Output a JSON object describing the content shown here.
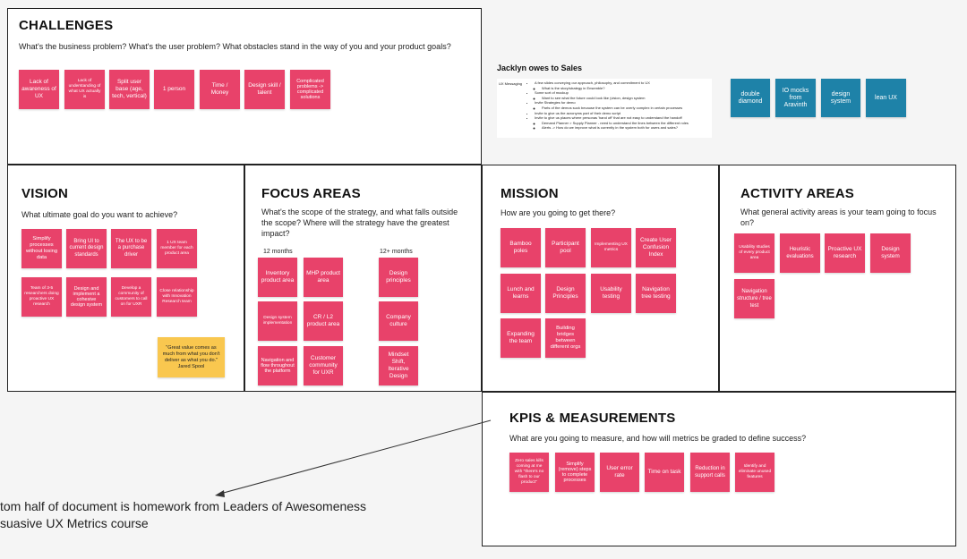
{
  "challenges": {
    "title": "CHALLENGES",
    "subtitle": "What's the business problem? What's the user problem? What obstacles stand in the way of you and your product goals?",
    "stickies": [
      "Lack of awareness of UX",
      "Lack of understanding of what UX actually is",
      "Split user base (age, tech, vertical)",
      "1 person",
      "Time / Money",
      "Design skill / talent",
      "Complicated problems -> complicated solutions"
    ]
  },
  "owes": {
    "title": "Jacklyn owes to Sales",
    "doc_label": "UX Messaging",
    "doc_lines": [
      "A few slides conveying our approach, philosophy, and commitment to UX",
      "What is the story/strategy in Ensemble?",
      "Some sort of mockup",
      "Want to see what the future could look like (vision, design system",
      "Invite Strategies for demo",
      "Parts of the demos suck because the system can be overly complex in certain processes",
      "Invite to give us the acronyms part of their demo script",
      "Invite to give us places where personas 'hand off' that are not easy to understand the handoff",
      "Demand Planner > Supply Planner - need to understand the lines between the different roles",
      "Alerts -> How do we improve what is currently in the system both for users and sales?"
    ],
    "stickies": [
      "double diamond",
      "IO mocks from Aravinth",
      "design system",
      "lean UX"
    ]
  },
  "vision": {
    "title": "VISION",
    "subtitle": "What ultimate goal do you want to achieve?",
    "stickies": [
      "Simplify processes without losing data",
      "Bring UI to current design standards",
      "The UX to be a purchase driver",
      "1 UX team member for each product area",
      "Team of 3-5 researchers doing proactive UX research",
      "Design and implement a cohesive design system",
      "Develop a community of customers to call on for UXR",
      "Close relationship with Innovation Research team"
    ],
    "quote": "\"Great value comes as much from what you don't deliver as what you do.\" Jared Spool"
  },
  "focus": {
    "title": "FOCUS AREAS",
    "subtitle": "What's the scope of the strategy, and what falls outside the scope? Where will the strategy have the greatest impact?",
    "col1_label": "12 months",
    "col2_label": "12+ months",
    "stickies_12": [
      "Inventory product area",
      "MHP product area",
      "Design system implementation",
      "CR / L2 product area",
      "Navigation and flow throughout the platform",
      "Customer community for UXR"
    ],
    "stickies_12plus": [
      "Design principles",
      "Company culture",
      "Mindset Shift, Iterative Design"
    ]
  },
  "mission": {
    "title": "MISSION",
    "subtitle": "How are you going to get there?",
    "stickies": [
      "Bamboo poles",
      "Participant pool",
      "Implementing UX metrics",
      "Create User Confusion Index",
      "Lunch and learns",
      "Design Principles",
      "Usability testing",
      "Navigation tree testing",
      "Expanding the team",
      "Building bridges between different orgs"
    ]
  },
  "activity": {
    "title": "ACTIVITY AREAS",
    "subtitle": "What general activity areas is your team going to focus on?",
    "stickies": [
      "Usability studies of every product area",
      "Heuristic evaluations",
      "Proactive UX research",
      "Design system",
      "Navigation structure / tree test"
    ]
  },
  "kpis": {
    "title": "KPIS & MEASUREMENTS",
    "subtitle": "What are you going to measure, and how will metrics be graded to define success?",
    "stickies": [
      "Zero sales kills coming at me with \"there's no flash to our product\"",
      "Simplify (remove) steps to complete processes",
      "User error rate",
      "Time on task",
      "Reduction in support calls",
      "Identify and eliminate unused features"
    ]
  },
  "note": {
    "line1": "tom half of document is homework from Leaders of Awesomeness",
    "line2": "suasive UX Metrics course"
  },
  "colors": {
    "pink": "#e8426a",
    "blue": "#1e82a8",
    "yellow": "#f9c74f"
  }
}
